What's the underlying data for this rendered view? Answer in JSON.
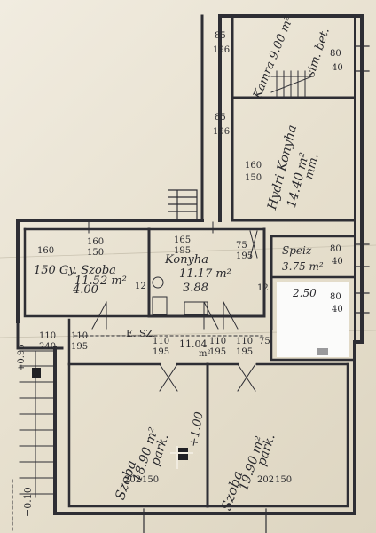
{
  "rooms": {
    "kamra": {
      "name": "Kamra",
      "area": "9.00 m²"
    },
    "simbet": {
      "name": "sim. bet."
    },
    "hydri": {
      "name": "Hydri Konyha",
      "area": "14.40 m²",
      "note": "mm."
    },
    "gyszoba": {
      "name": "Gy. Szoba",
      "area": "11.52 m²",
      "prefix": "150",
      "height": "4.00"
    },
    "konyha": {
      "name": "Konyha",
      "area": "11.17 m²",
      "height": "3.88"
    },
    "speiz": {
      "name": "Speiz",
      "area": "3.75 m²"
    },
    "closet": {
      "value": "2.50"
    },
    "esz": {
      "name": "E. SZ.",
      "area": "11.04",
      "unit": "m²"
    },
    "szoba1": {
      "name": "Szoba",
      "area": "18.90 m²",
      "floor": "park.",
      "level": "+1.00"
    },
    "szoba2": {
      "name": "Szoba",
      "area": "19.90 m²",
      "floor": "park."
    }
  },
  "dims": {
    "d85a": "85",
    "d196a": "196",
    "d85b": "85",
    "d196b": "196",
    "d80a": "80",
    "d40a": "40",
    "d160a": "160",
    "d150a": "150",
    "d160b": "160",
    "d160c": "160",
    "d150b": "150",
    "d12a": "12",
    "d165": "165",
    "d195a": "195",
    "d75a": "75",
    "d195b": "195",
    "d80b": "80",
    "d40b": "40",
    "d80c": "80",
    "d40c": "40",
    "d12b": "12",
    "d110a": "110",
    "d195c": "195",
    "d110b": "110",
    "d195d": "195",
    "d110c": "110",
    "d195e": "195",
    "d110d": "110",
    "d195f": "195",
    "d75b": "75",
    "d110e": "110",
    "d240": "240",
    "d202a": "202",
    "d150c": "150",
    "d202b": "202",
    "d150d": "150"
  },
  "levels": {
    "left_top": "+0.96",
    "left_bottom": "+0.10"
  }
}
